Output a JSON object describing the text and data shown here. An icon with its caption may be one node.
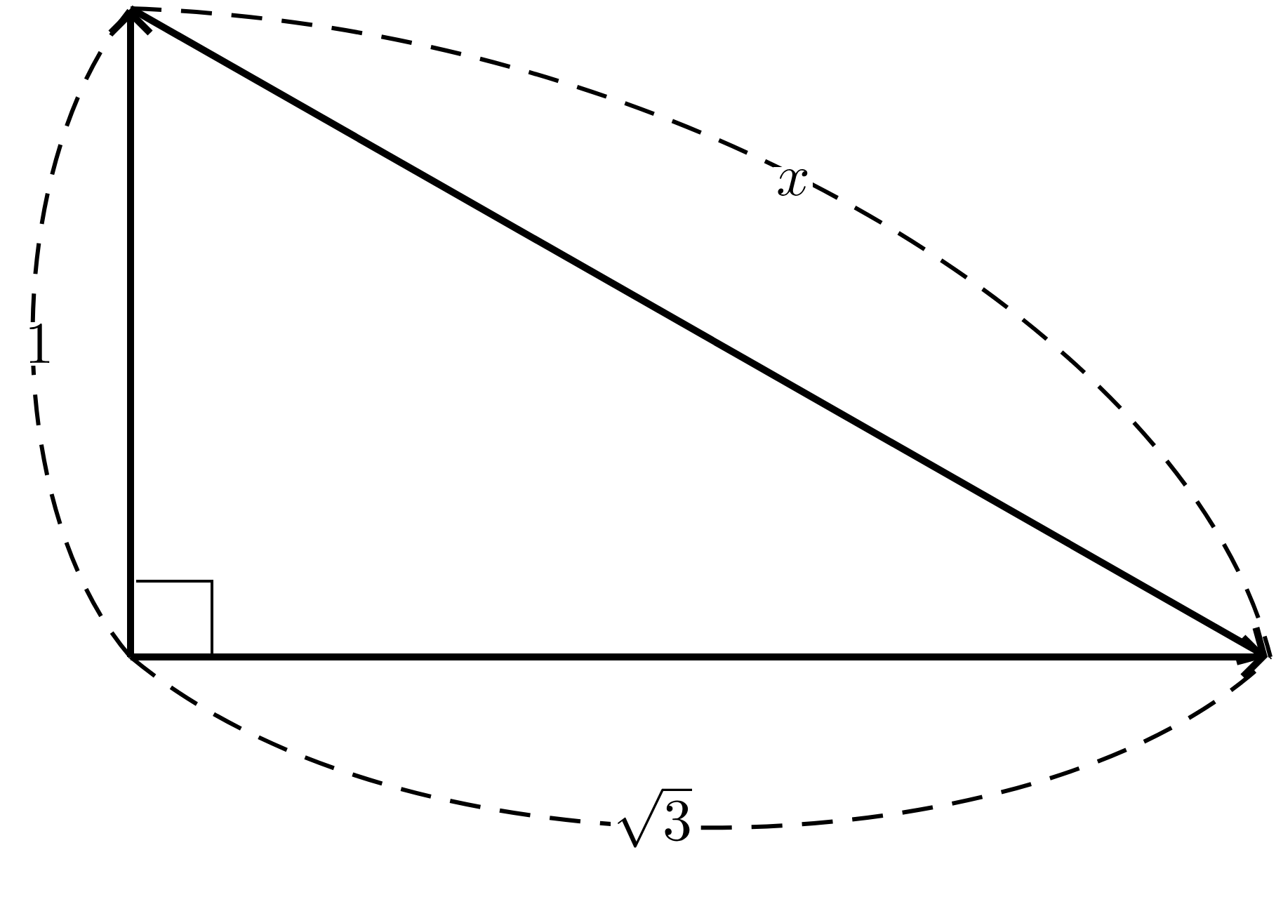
{
  "diagram": {
    "labels": [
      "1",
      "x",
      "\\sqrt{3}"
    ]
  }
}
